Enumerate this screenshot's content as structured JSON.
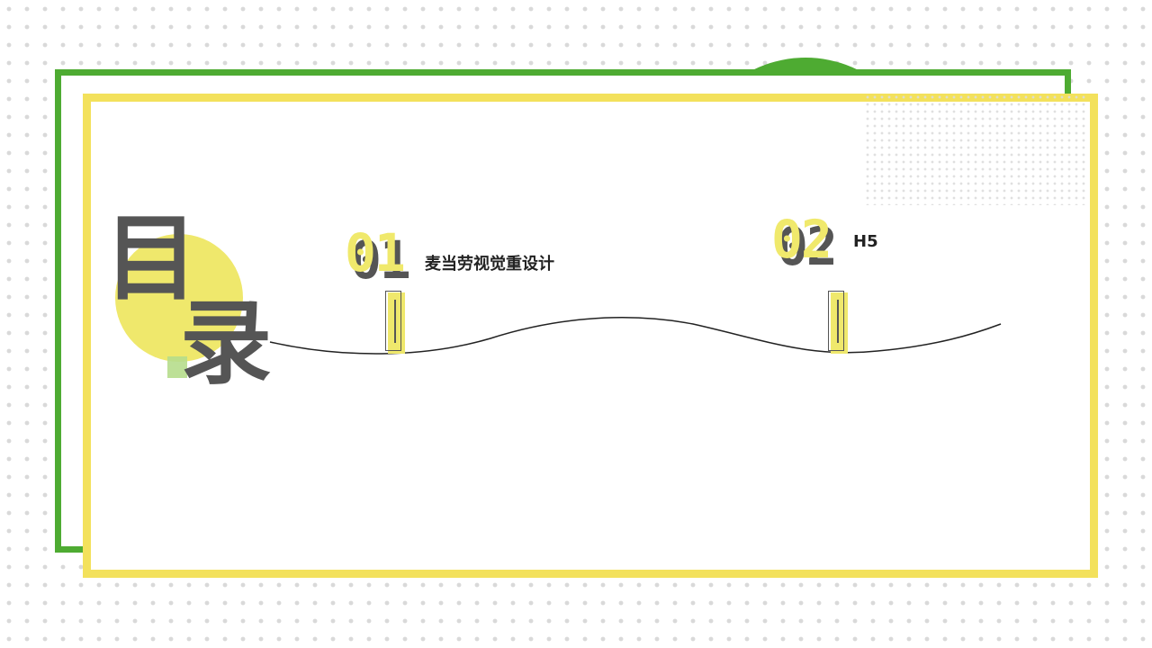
{
  "title": {
    "char1": "目",
    "char2": "录"
  },
  "items": [
    {
      "number": "01",
      "label": "麦当劳视觉重设计"
    },
    {
      "number": "02",
      "label": "H5"
    }
  ],
  "colors": {
    "green": "#4eab32",
    "yellow": "#f3e15c",
    "light_yellow": "#efe86c",
    "dark_gray": "#555555"
  }
}
